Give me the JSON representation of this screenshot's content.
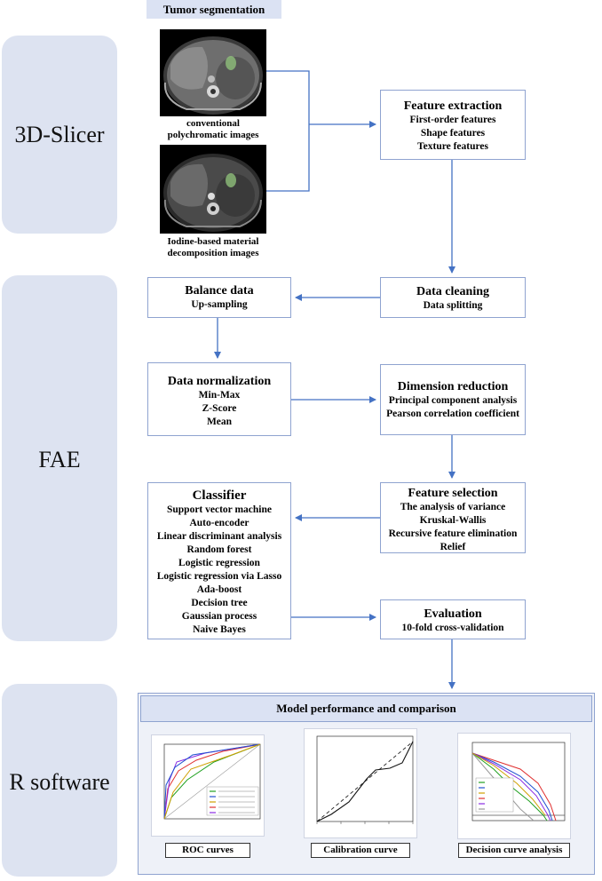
{
  "header": {
    "tumor_segmentation": "Tumor segmentation"
  },
  "stages": {
    "slicer": "3D-Slicer",
    "fae": "FAE",
    "r": "R software"
  },
  "images": {
    "conventional_caption": [
      "conventional",
      "polychromatic images"
    ],
    "iodine_caption": [
      "Iodine-based material",
      "decomposition images"
    ]
  },
  "boxes": {
    "feature_extraction": {
      "title": "Feature extraction",
      "lines": [
        "First-order features",
        "Shape features",
        "Texture features"
      ]
    },
    "data_cleaning": {
      "title": "Data cleaning",
      "lines": [
        "Data splitting"
      ]
    },
    "balance_data": {
      "title": "Balance data",
      "lines": [
        "Up-sampling"
      ]
    },
    "data_normalization": {
      "title": "Data normalization",
      "lines": [
        "Min-Max",
        "Z-Score",
        "Mean"
      ]
    },
    "dimension_reduction": {
      "title": "Dimension reduction",
      "lines": [
        "Principal component analysis",
        "Pearson correlation coefficient"
      ]
    },
    "feature_selection": {
      "title": "Feature selection",
      "lines": [
        "The analysis of variance",
        "Kruskal-Wallis",
        "Recursive feature elimination",
        "Relief"
      ]
    },
    "classifier": {
      "title": "Classifier",
      "lines": [
        "Support vector machine",
        "Auto-encoder",
        "Linear discriminant analysis",
        "Random forest",
        "Logistic regression",
        "Logistic regression via Lasso",
        "Ada-boost",
        "Decision tree",
        "Gaussian process",
        "Naive Bayes"
      ]
    },
    "evaluation": {
      "title": "Evaluation",
      "lines": [
        "10-fold cross-validation"
      ]
    }
  },
  "performance": {
    "title": "Model performance and comparison",
    "labels": [
      "ROC curves",
      "Calibration curve",
      "Decision curve analysis"
    ]
  },
  "colors": {
    "stage_bg": "#dde3f1",
    "box_border": "#8fa3d0",
    "arrow": "#4472c4",
    "header_bg": "#dbe2f3"
  }
}
